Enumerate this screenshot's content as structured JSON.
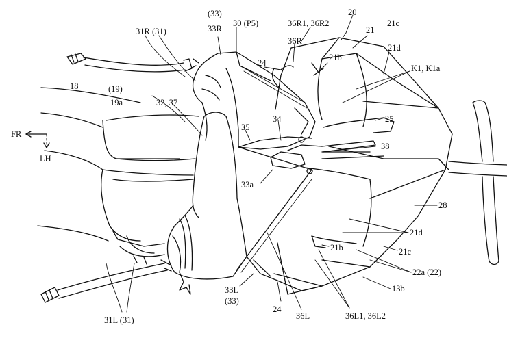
{
  "labels": {
    "l_33": "(33)",
    "l_33R": "33R",
    "l_30P5": "30 (P5)",
    "l_36R1_36R2": "36R1, 36R2",
    "l_20": "20",
    "l_21": "21",
    "l_21c_top": "21c",
    "l_31R31": "31R (31)",
    "l_36R": "36R",
    "l_21b_top": "21b",
    "l_21d_top": "21d",
    "l_24_top": "24",
    "l_K1": "K1, K1a",
    "l_18": "18",
    "l_19": "(19)",
    "l_19a": "19a",
    "l_32_37": "32, 37",
    "l_FR": "FR",
    "l_LH": "LH",
    "l_35": "35",
    "l_34": "34",
    "l_25": "25",
    "l_38": "38",
    "l_33a": "33a",
    "l_28": "28",
    "l_21d_bot": "21d",
    "l_21b_bot": "21b",
    "l_21c_bot": "21c",
    "l_22a": "22a (22)",
    "l_13b": "13b",
    "l_33L": "33L",
    "l_33L2": "(33)",
    "l_24_bot": "24",
    "l_36L": "36L",
    "l_36L1": "36L1, 36L2",
    "l_31L": "31L (31)"
  }
}
